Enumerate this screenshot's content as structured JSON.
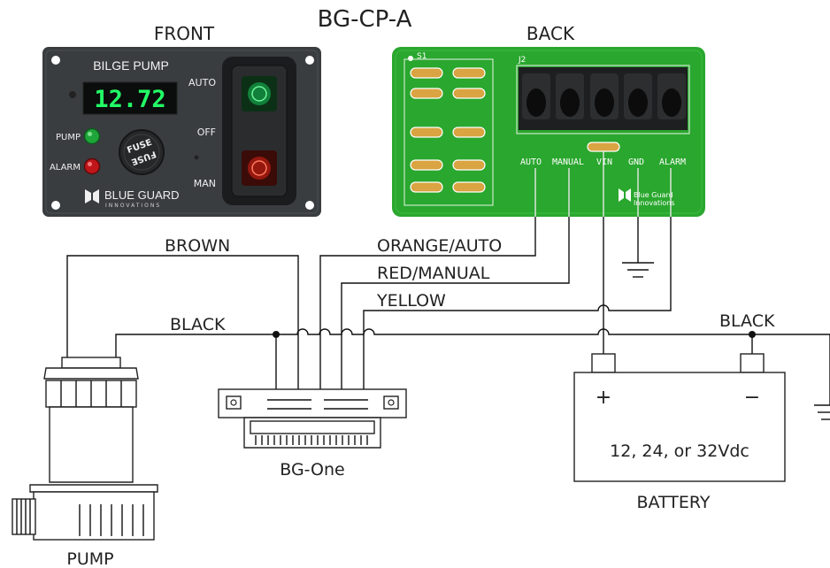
{
  "title": "BG-CP-A",
  "front": {
    "heading": "FRONT",
    "panel_title": "BILGE PUMP",
    "display_value": "12.72",
    "pump_label": "PUMP",
    "alarm_label": "ALARM",
    "fuse_label": "FUSE",
    "switch_labels": [
      "AUTO",
      "OFF",
      "MAN"
    ],
    "brand_line1": "BLUE GUARD",
    "brand_line2": "INNOVATIONS",
    "colors": {
      "panel": "#3a3d40",
      "display": "#22ff66",
      "pump_led": "#1fa53a",
      "alarm_led": "#c0161a",
      "rocker_top": "#16c25a",
      "rocker_bottom": "#e02515"
    }
  },
  "back": {
    "heading": "BACK",
    "switch_ref": "S1",
    "connector_ref": "J2",
    "terminals": [
      "AUTO",
      "MANUAL",
      "VIN",
      "GND",
      "ALARM"
    ],
    "brand_line1": "Blue Guard",
    "brand_line2": "Innovations",
    "colors": {
      "pcb": "#2aa72e",
      "pad": "#d9a441"
    }
  },
  "wires": {
    "brown": "BROWN",
    "orange_auto": "ORANGE/AUTO",
    "red_manual": "RED/MANUAL",
    "yellow": "YELLOW",
    "black_left": "BLACK",
    "black_right": "BLACK"
  },
  "components": {
    "pump": "PUMP",
    "controller": "BG-One",
    "battery": "BATTERY",
    "battery_voltage": "12, 24, or 32Vdc",
    "plus": "+",
    "minus": "−"
  }
}
